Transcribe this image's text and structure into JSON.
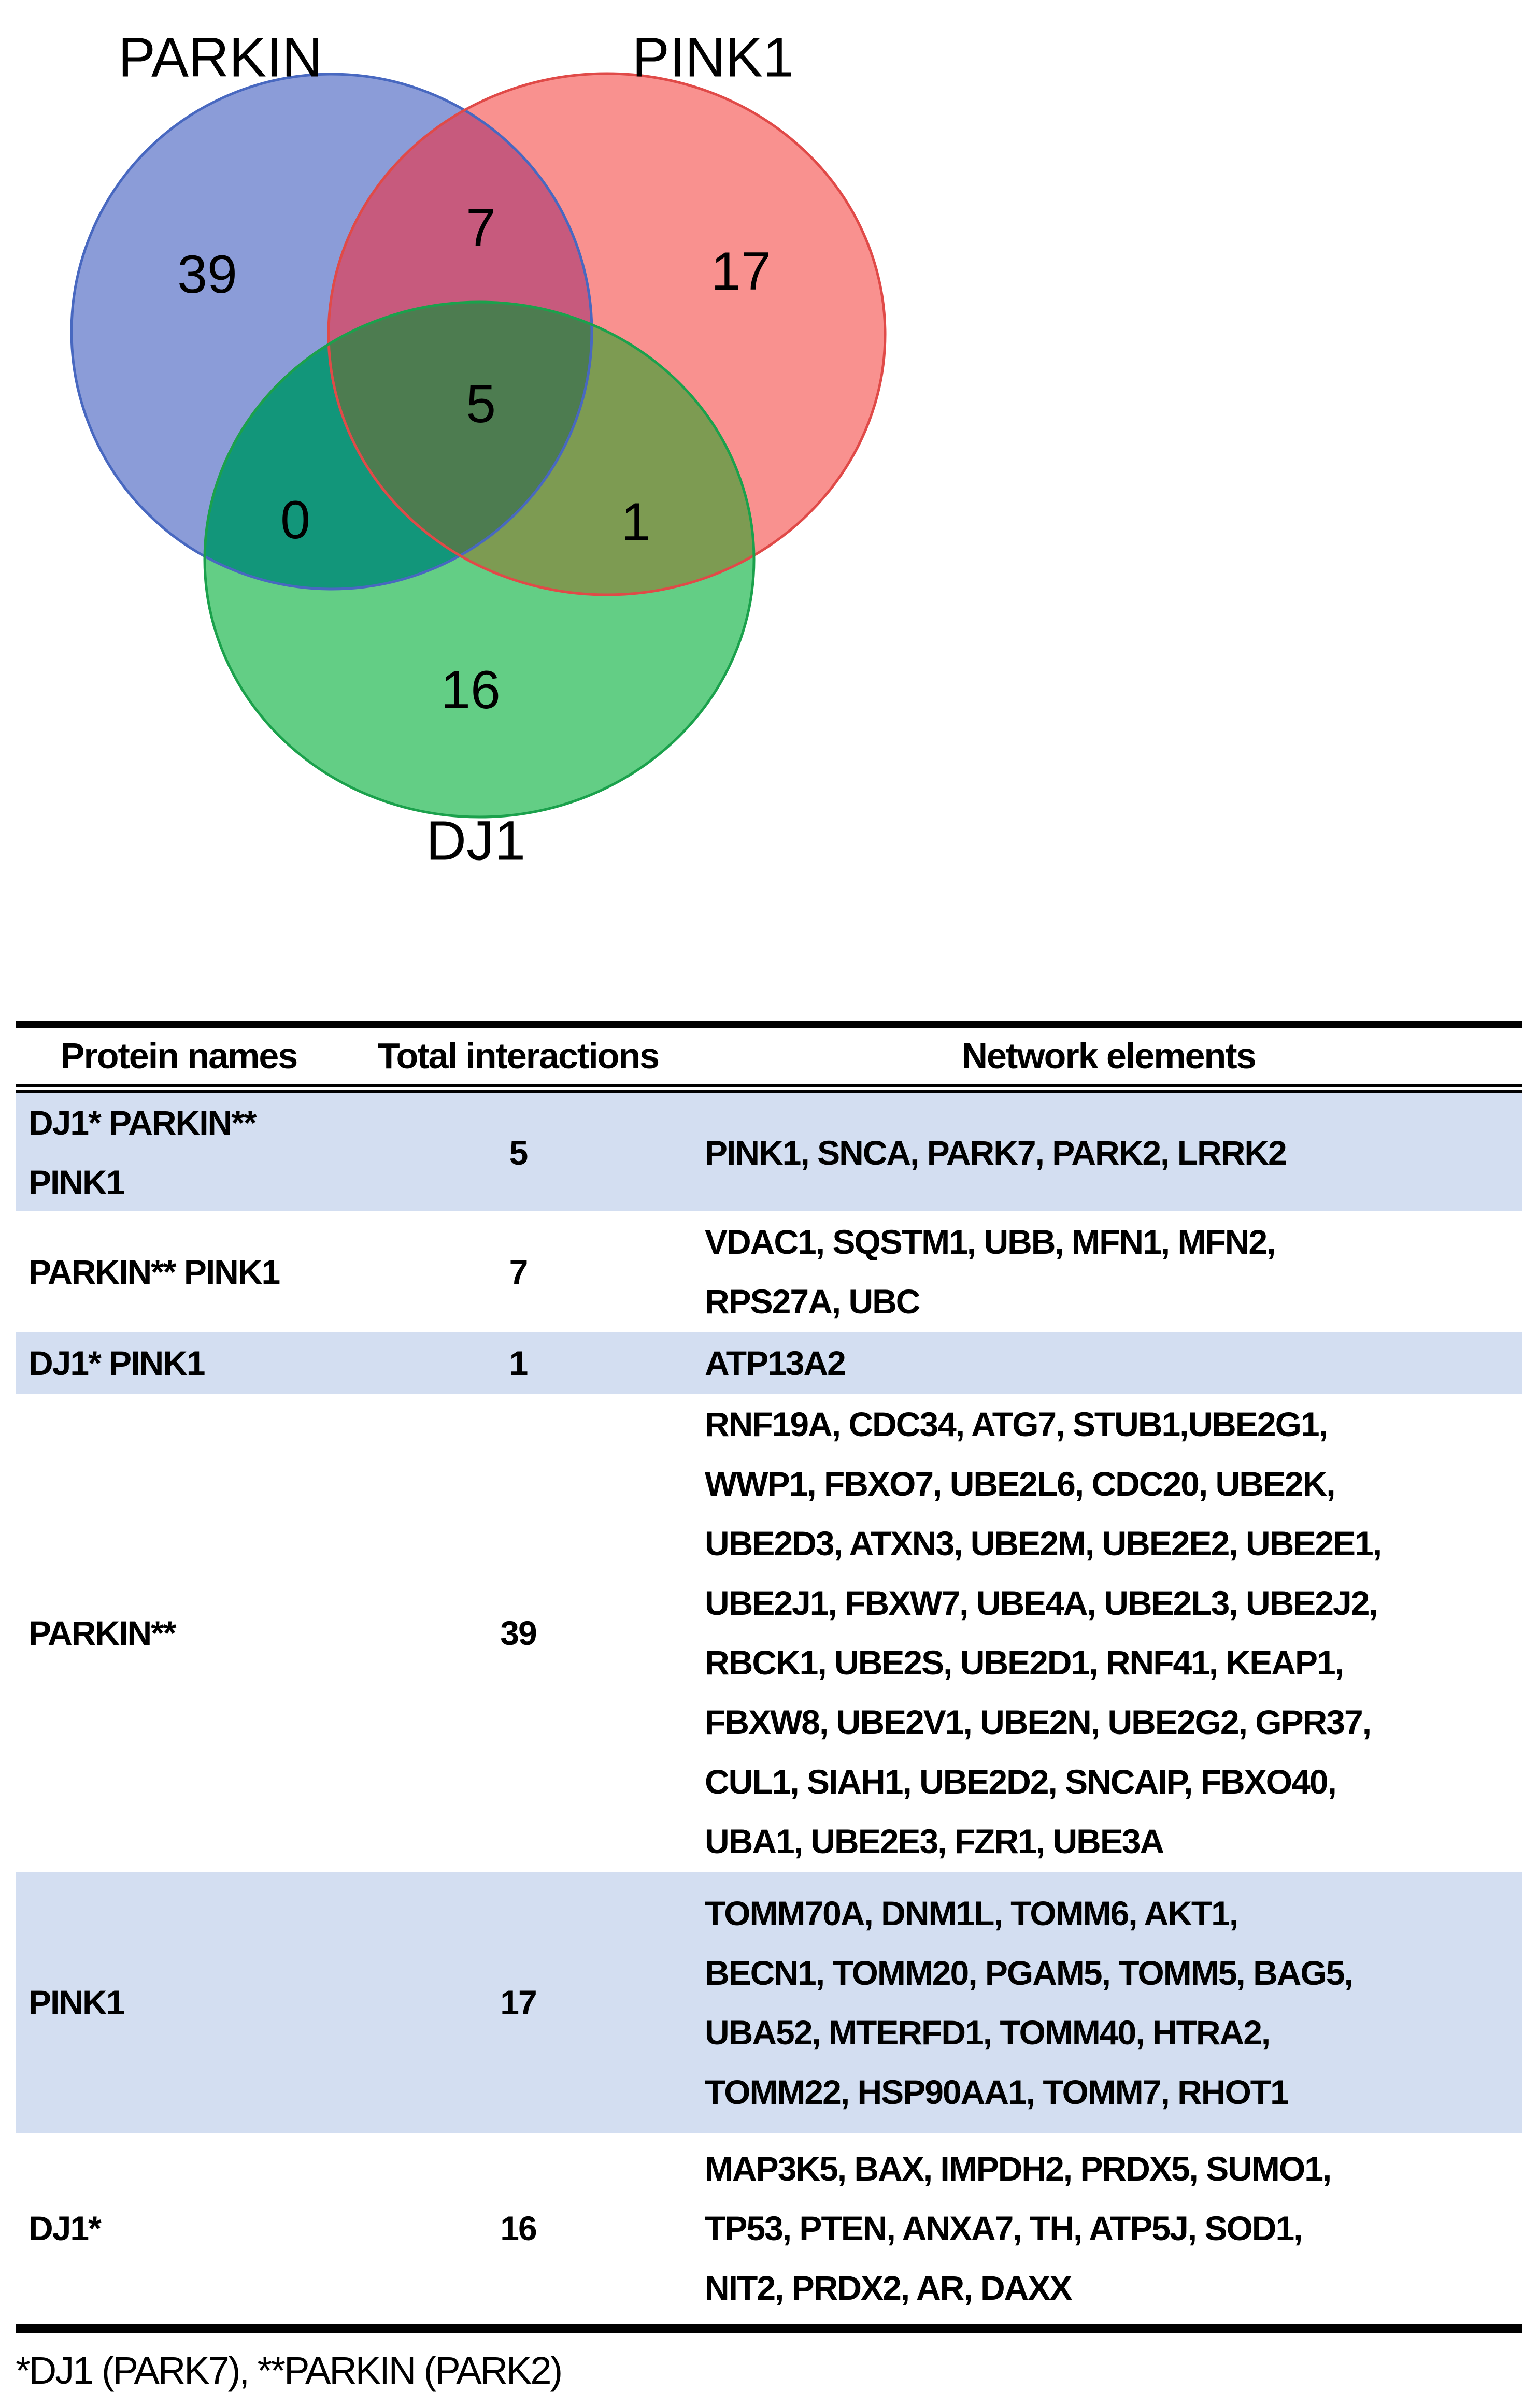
{
  "venn": {
    "set_labels": {
      "parkin": "PARKIN",
      "pink1": "PINK1",
      "dj1": "DJ1"
    },
    "counts": {
      "parkin_only": "39",
      "pink1_only": "17",
      "dj1_only": "16",
      "parkin_pink1": "7",
      "parkin_dj1": "0",
      "pink1_dj1": "1",
      "all_three": "5"
    },
    "region_colors": {
      "parkin_only": "#8B9CD8",
      "pink1_only": "#F9918F",
      "dj1_only": "#63CE85",
      "parkin_pink1": "#C75A7D",
      "parkin_dj1": "#12967A",
      "pink1_dj1": "#7D9B52",
      "all_three": "#4D7C50"
    },
    "border_colors": {
      "parkin": "#4868C0",
      "pink1": "#E04A48",
      "dj1": "#1BA14C"
    }
  },
  "table": {
    "headers": {
      "protein": "Protein names",
      "total": "Total interactions",
      "elements": "Network elements"
    },
    "shade_color": "#D3DEF1",
    "rows": [
      {
        "protein": "DJ1* PARKIN**\nPINK1",
        "total": "5",
        "elements": "PINK1, SNCA, PARK7, PARK2, LRRK2"
      },
      {
        "protein": "PARKIN** PINK1",
        "total": "7",
        "elements": "VDAC1, SQSTM1, UBB, MFN1, MFN2,\nRPS27A, UBC"
      },
      {
        "protein": "DJ1* PINK1",
        "total": "1",
        "elements": "ATP13A2"
      },
      {
        "protein": "PARKIN**",
        "total": "39",
        "elements": "RNF19A, CDC34, ATG7, STUB1,UBE2G1,\nWWP1, FBXO7, UBE2L6, CDC20, UBE2K,\nUBE2D3, ATXN3, UBE2M, UBE2E2, UBE2E1,\nUBE2J1, FBXW7, UBE4A, UBE2L3, UBE2J2,\nRBCK1, UBE2S, UBE2D1, RNF41, KEAP1,\nFBXW8, UBE2V1, UBE2N, UBE2G2, GPR37,\nCUL1, SIAH1, UBE2D2, SNCAIP, FBXO40,\nUBA1, UBE2E3, FZR1, UBE3A"
      },
      {
        "protein": "PINK1",
        "total": "17",
        "elements": "TOMM70A, DNM1L, TOMM6, AKT1,\nBECN1, TOMM20, PGAM5, TOMM5, BAG5,\nUBA52, MTERFD1, TOMM40, HTRA2,\nTOMM22, HSP90AA1, TOMM7, RHOT1"
      },
      {
        "protein": "DJ1*",
        "total": "16",
        "elements": "MAP3K5, BAX, IMPDH2, PRDX5, SUMO1,\nTP53, PTEN, ANXA7, TH, ATP5J, SOD1,\nNIT2, PRDX2, AR, DAXX"
      }
    ],
    "footnote": "*DJ1 (PARK7), **PARKIN (PARK2)"
  },
  "chart_data": {
    "type": "venn",
    "title": "",
    "sets": [
      "PARKIN",
      "PINK1",
      "DJ1"
    ],
    "region_values": {
      "PARKIN_only": 39,
      "PINK1_only": 17,
      "DJ1_only": 16,
      "PARKIN_and_PINK1": 7,
      "PARKIN_and_DJ1": 0,
      "PINK1_and_DJ1": 1,
      "PARKIN_and_PINK1_and_DJ1": 5
    }
  }
}
